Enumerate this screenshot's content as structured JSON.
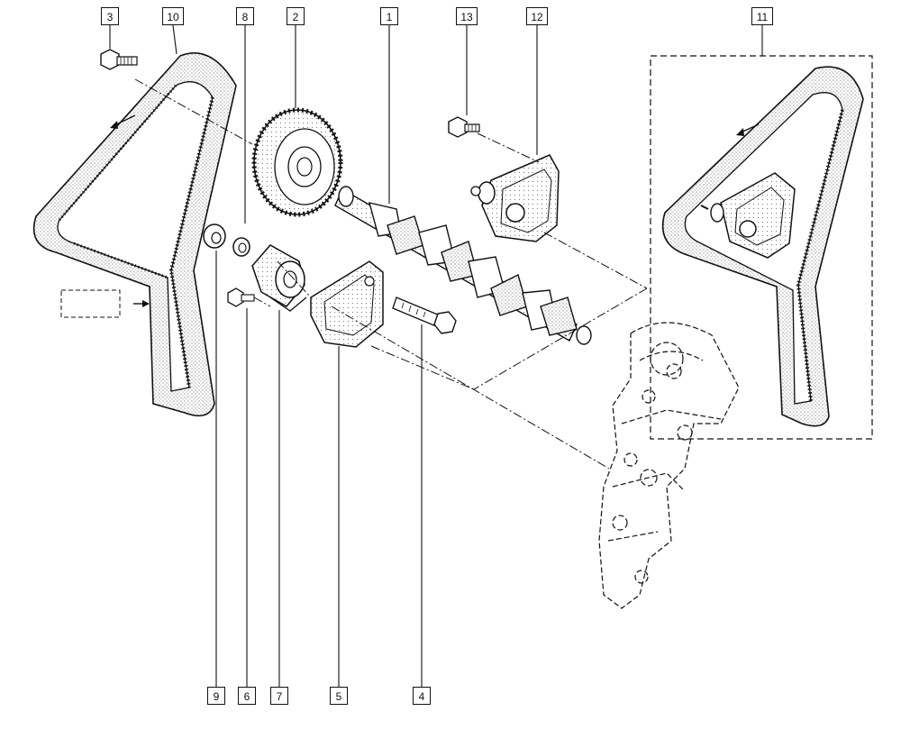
{
  "diagram": {
    "callouts": [
      {
        "id": "c3",
        "text": "3"
      },
      {
        "id": "c10",
        "text": "10"
      },
      {
        "id": "c8",
        "text": "8"
      },
      {
        "id": "c2",
        "text": "2"
      },
      {
        "id": "c1",
        "text": "1"
      },
      {
        "id": "c13",
        "text": "13"
      },
      {
        "id": "c12",
        "text": "12"
      },
      {
        "id": "c11",
        "text": "11"
      },
      {
        "id": "c9",
        "text": "9"
      },
      {
        "id": "c6",
        "text": "6"
      },
      {
        "id": "c7",
        "text": "7"
      },
      {
        "id": "c5",
        "text": "5"
      },
      {
        "id": "c4",
        "text": "4"
      }
    ],
    "line_color": "#111111",
    "fill_color": "#ffffff"
  }
}
